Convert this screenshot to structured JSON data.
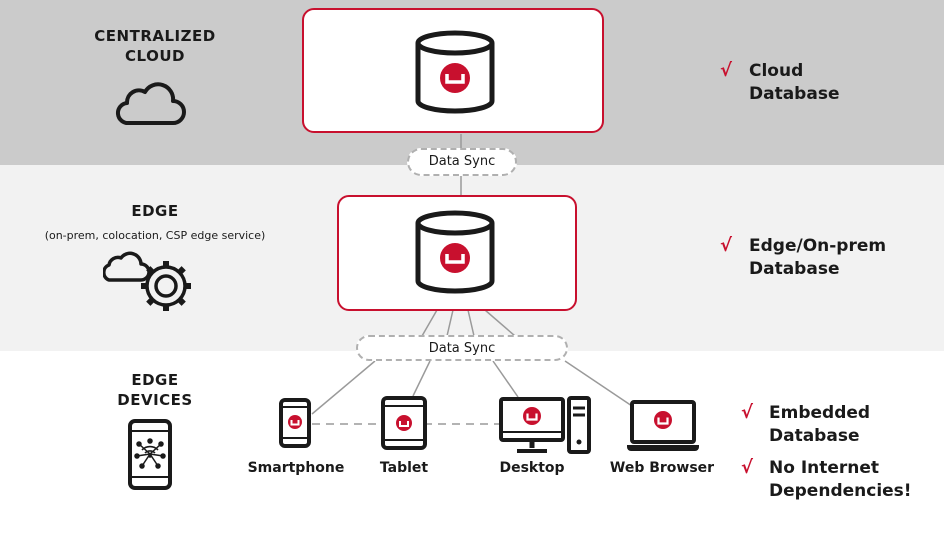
{
  "tiers": {
    "cloud": {
      "title": "CENTRALIZED\nCLOUD"
    },
    "edge": {
      "title": "EDGE",
      "subtitle": "(on-prem, colocation, CSP edge service)"
    },
    "devices": {
      "title": "EDGE\nDEVICES"
    }
  },
  "sync": {
    "upper": "Data Sync",
    "lower": "Data Sync"
  },
  "devices": [
    {
      "label": "Smartphone",
      "icon": "smartphone-icon"
    },
    {
      "label": "Tablet",
      "icon": "tablet-icon"
    },
    {
      "label": "Desktop",
      "icon": "desktop-icon"
    },
    {
      "label": "Web Browser",
      "icon": "laptop-icon"
    }
  ],
  "features": {
    "check_glyph": "√",
    "cloud": "Cloud\nDatabase",
    "edge": "Edge/On-prem\nDatabase",
    "embedded": "Embedded\nDatabase",
    "no_internet": "No Internet\nDependencies!"
  },
  "colors": {
    "accent": "#c8102e",
    "cloud_band": "#cbcbcb",
    "edge_band": "#f2f2f2",
    "devices_band": "#ffffff"
  }
}
